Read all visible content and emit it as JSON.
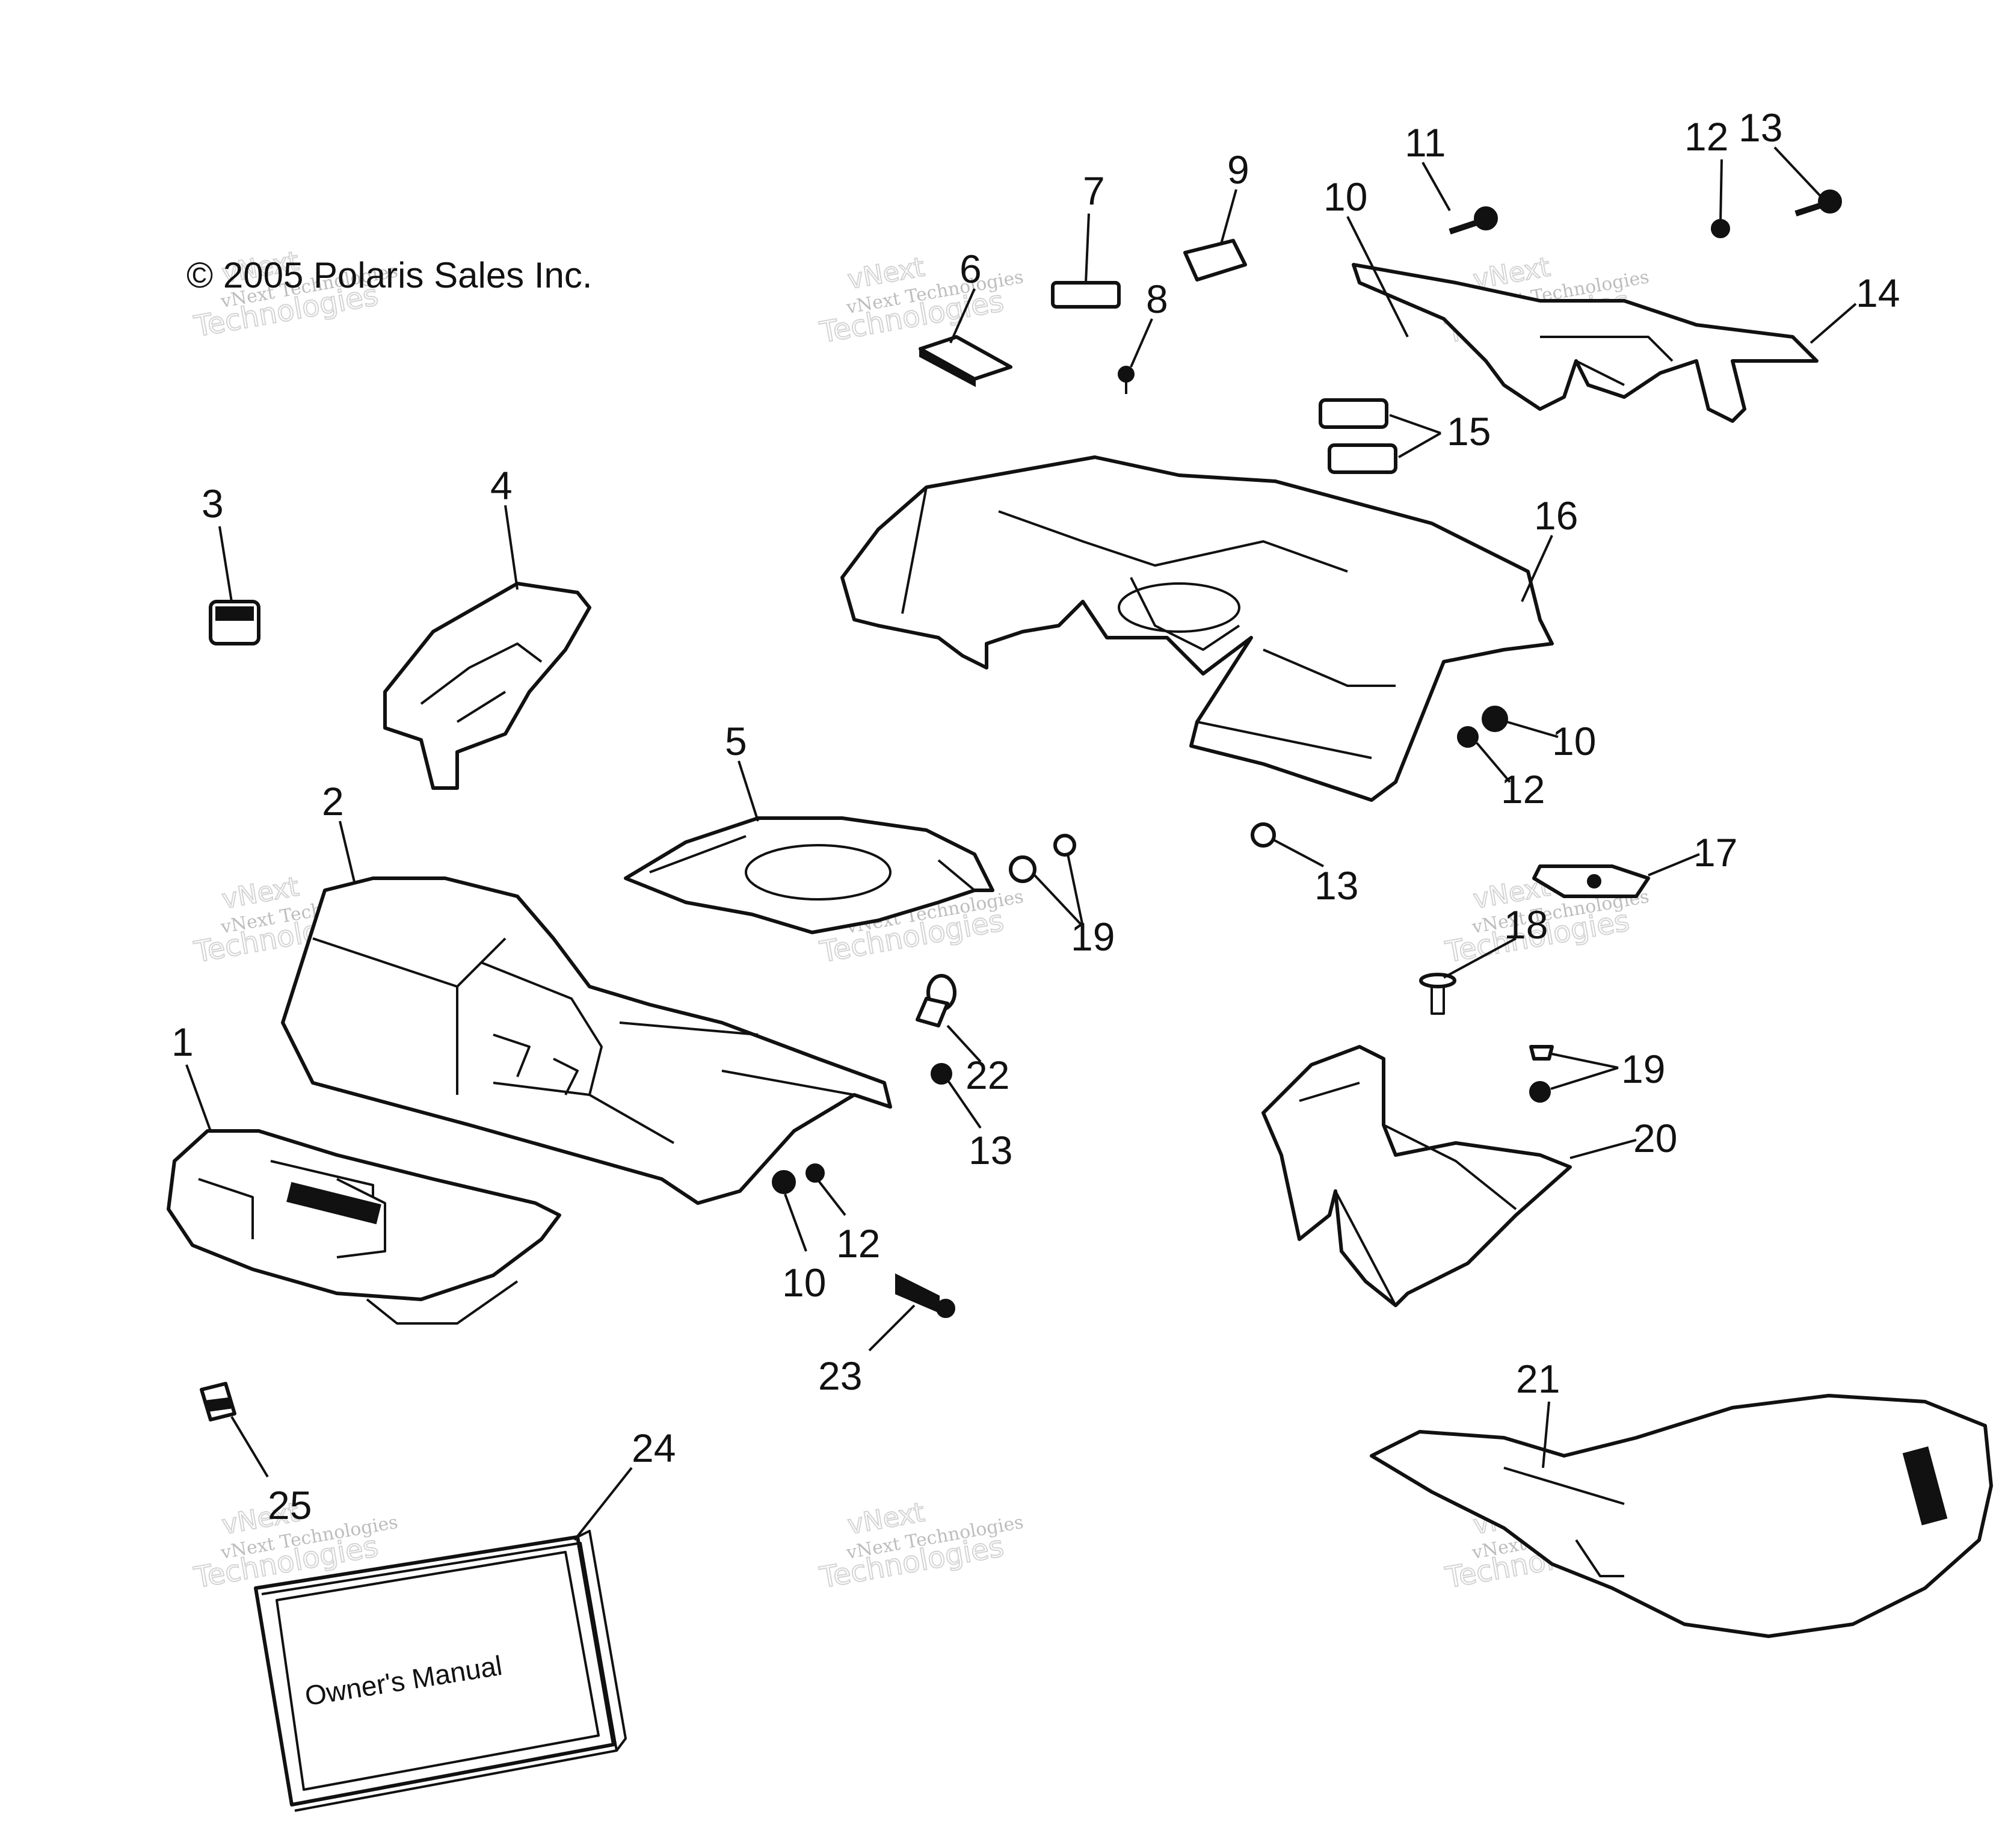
{
  "copyright": "© 2005 Polaris Sales Inc.",
  "manual_label": "Owner's Manual",
  "watermark": {
    "line1": "vNext",
    "line2": "vNext Technologies",
    "line3": "Technologies"
  },
  "callouts": [
    {
      "id": "c1",
      "label": "1"
    },
    {
      "id": "c2",
      "label": "2"
    },
    {
      "id": "c3",
      "label": "3"
    },
    {
      "id": "c4",
      "label": "4"
    },
    {
      "id": "c5",
      "label": "5"
    },
    {
      "id": "c6",
      "label": "6"
    },
    {
      "id": "c7",
      "label": "7"
    },
    {
      "id": "c8",
      "label": "8"
    },
    {
      "id": "c9",
      "label": "9"
    },
    {
      "id": "c10a",
      "label": "10"
    },
    {
      "id": "c10b",
      "label": "10"
    },
    {
      "id": "c10c",
      "label": "10"
    },
    {
      "id": "c11",
      "label": "11"
    },
    {
      "id": "c12a",
      "label": "12"
    },
    {
      "id": "c12b",
      "label": "12"
    },
    {
      "id": "c12c",
      "label": "12"
    },
    {
      "id": "c13a",
      "label": "13"
    },
    {
      "id": "c13b",
      "label": "13"
    },
    {
      "id": "c13c",
      "label": "13"
    },
    {
      "id": "c14",
      "label": "14"
    },
    {
      "id": "c15",
      "label": "15"
    },
    {
      "id": "c16",
      "label": "16"
    },
    {
      "id": "c17",
      "label": "17"
    },
    {
      "id": "c18",
      "label": "18"
    },
    {
      "id": "c19a",
      "label": "19"
    },
    {
      "id": "c19b",
      "label": "19"
    },
    {
      "id": "c20",
      "label": "20"
    },
    {
      "id": "c21",
      "label": "21"
    },
    {
      "id": "c22",
      "label": "22"
    },
    {
      "id": "c23",
      "label": "23"
    },
    {
      "id": "c24",
      "label": "24"
    },
    {
      "id": "c25",
      "label": "25"
    }
  ]
}
